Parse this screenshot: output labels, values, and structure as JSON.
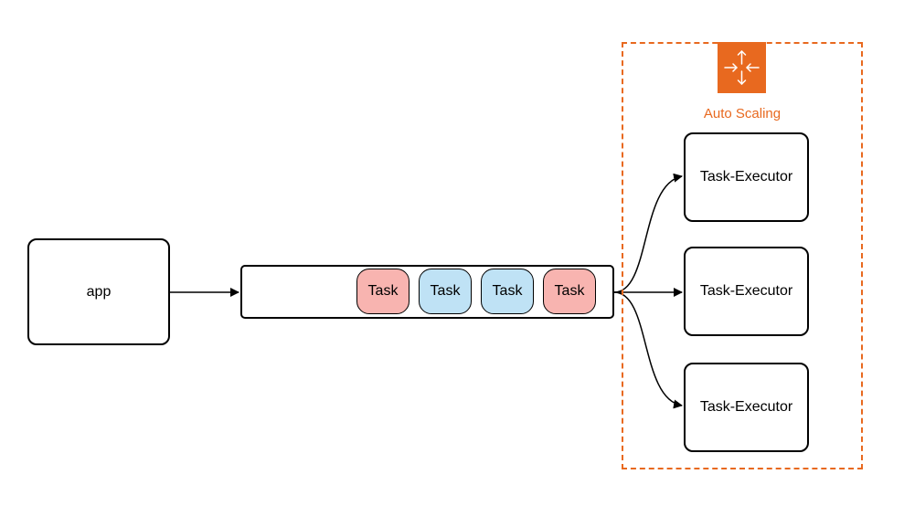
{
  "nodes": {
    "app": "app",
    "executors": [
      "Task-Executor",
      "Task-Executor",
      "Task-Executor"
    ]
  },
  "queue": {
    "tasks": [
      {
        "label": "Task",
        "color": "#f8b4b0"
      },
      {
        "label": "Task",
        "color": "#bfe2f5"
      },
      {
        "label": "Task",
        "color": "#bfe2f5"
      },
      {
        "label": "Task",
        "color": "#f8b4b0"
      }
    ]
  },
  "autoscaling": {
    "label": "Auto Scaling",
    "color": "#e8691f",
    "icon": "auto-scaling-icon"
  }
}
